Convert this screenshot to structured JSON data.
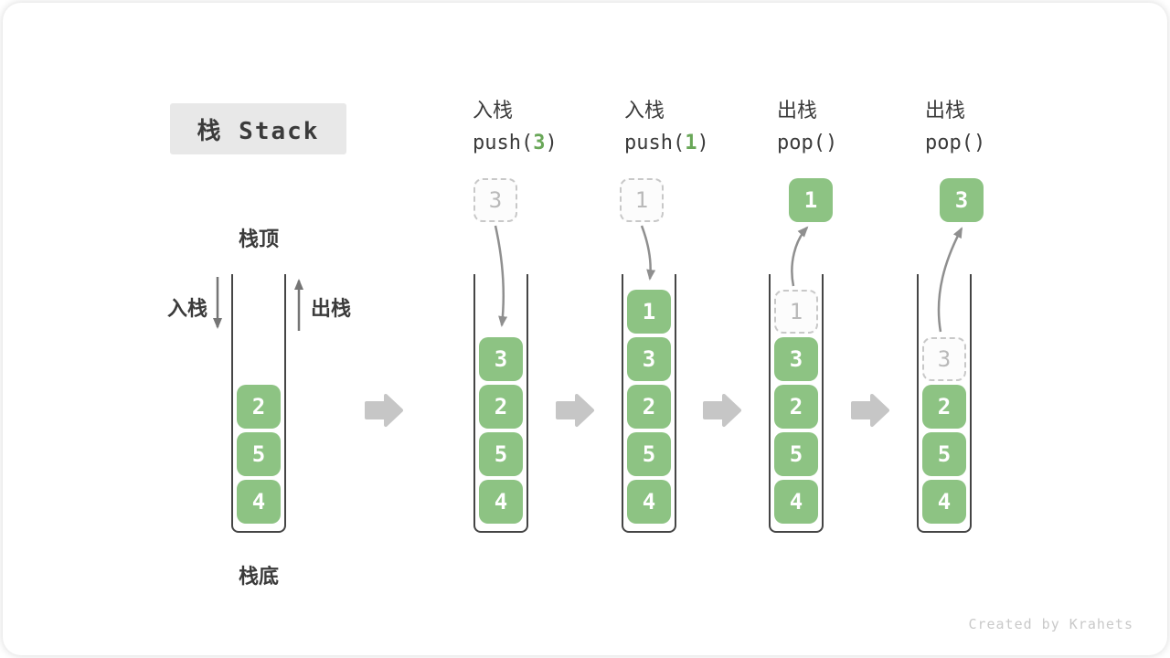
{
  "page": {
    "title": "栈 Stack",
    "watermark": "Created by Krahets"
  },
  "labels": {
    "stack_top": "栈顶",
    "stack_bottom": "栈底",
    "push_side": "入栈",
    "pop_side": "出栈"
  },
  "operations": [
    {
      "name": "入栈",
      "call_pre": "push(",
      "call_arg": "3",
      "call_post": ")"
    },
    {
      "name": "入栈",
      "call_pre": "push(",
      "call_arg": "1",
      "call_post": ")"
    },
    {
      "name": "出栈",
      "call_pre": "pop(",
      "call_arg": "",
      "call_post": ")"
    },
    {
      "name": "出栈",
      "call_pre": "pop(",
      "call_arg": "",
      "call_post": ")"
    }
  ],
  "stacks": [
    {
      "cells": [
        "2",
        "5",
        "4"
      ]
    },
    {
      "incoming": "3",
      "cells": [
        "3",
        "2",
        "5",
        "4"
      ]
    },
    {
      "incoming": "1",
      "cells": [
        "1",
        "3",
        "2",
        "5",
        "4"
      ]
    },
    {
      "outgoing": "1",
      "ghost": "1",
      "cells": [
        "3",
        "2",
        "5",
        "4"
      ]
    },
    {
      "outgoing": "3",
      "ghost": "3",
      "cells": [
        "2",
        "5",
        "4"
      ]
    }
  ],
  "colors": {
    "cell_green": "#8dc383",
    "code_arg_green": "#69a758",
    "text_dark": "#3b3b3b",
    "flow_arrow_gray": "#8f8f8f",
    "side_arrow_gray": "#757575",
    "block_arrow_gray": "#c6c6c6",
    "dashed_gray": "#c8c8c8",
    "title_bg": "#e8e8e8",
    "watermark_gray": "#c9c9c9"
  }
}
